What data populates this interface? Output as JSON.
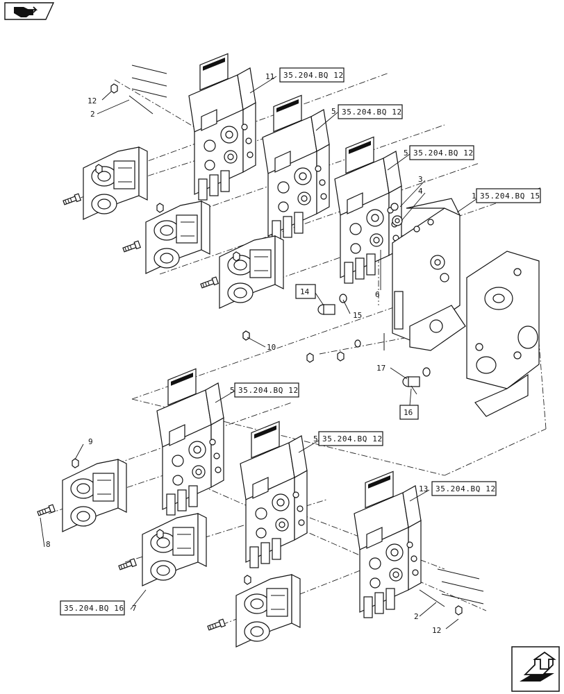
{
  "nav": {
    "top_left_icon": "vehicle-back-arrow-icon",
    "bottom_right_icon": "next-page-arrow-icon"
  },
  "callouts": {
    "c1": "1",
    "c2a": "2",
    "c2b": "2",
    "c3": "3",
    "c4": "4",
    "c5a": "5",
    "c5b": "5",
    "c5c": "5",
    "c5d": "5",
    "c6": "6",
    "c7": "7",
    "c8": "8",
    "c9": "9",
    "c10": "10",
    "c11": "11",
    "c12a": "12",
    "c12b": "12",
    "c13": "13",
    "c14": "14",
    "c15": "15",
    "c16": "16",
    "c17": "17"
  },
  "refs": {
    "r11": "35.204.BQ 12",
    "r5a": "35.204.BQ 12",
    "r5b": "35.204.BQ 12",
    "r1": "35.204.BQ 15",
    "r5c": "35.204.BQ 12",
    "r5d": "35.204.BQ 12",
    "r13": "35.204.BQ 12",
    "r7": "35.204.BQ 16"
  }
}
